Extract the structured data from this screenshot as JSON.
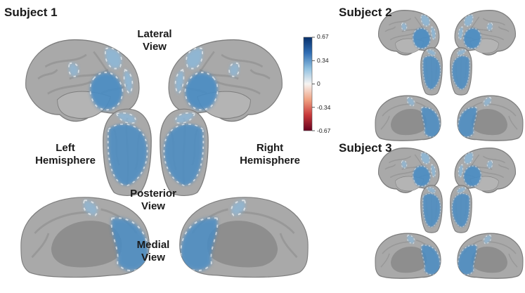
{
  "panel_titles": {
    "subject1": "Subject 1",
    "subject2": "Subject 2",
    "subject3": "Subject 3"
  },
  "view_labels": {
    "lateral": [
      "Lateral",
      "View"
    ],
    "posterior": [
      "Posterior",
      "View"
    ],
    "medial": [
      "Medial",
      "View"
    ],
    "left_hemisphere": [
      "Left",
      "Hemisphere"
    ],
    "right_hemisphere": [
      "Right",
      "Hemisphere"
    ]
  },
  "colorbar": {
    "ticks": [
      "0.67",
      "0.34",
      "0",
      "-0.34",
      "-0.67"
    ],
    "colors": [
      "#08306b",
      "#2f6db3",
      "#8fc0e0",
      "#f7f4f2",
      "#f0a383",
      "#c8383a",
      "#67001f"
    ]
  },
  "colors": {
    "cortex": "#a9a9a9",
    "cortex_edge": "#7d7d7d",
    "medial_wall": "#8e8e8e",
    "activation": "#8ab9dd",
    "activation_dark": "#4a8cc4"
  }
}
